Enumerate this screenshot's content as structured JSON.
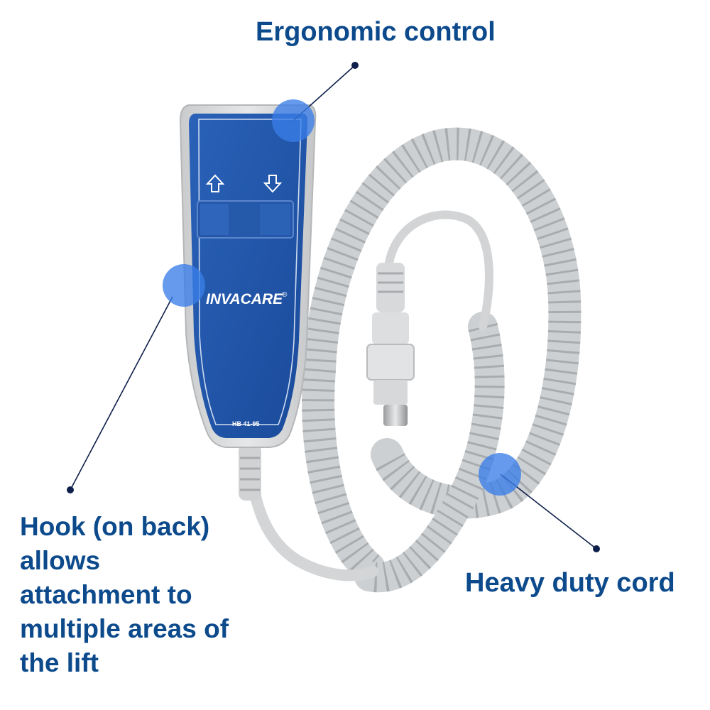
{
  "callouts": {
    "top": "Ergonomic control",
    "left": "Hook (on back) allows attachment to multiple areas of the lift",
    "right": "Heavy duty cord"
  },
  "device": {
    "brand": "INVACARE",
    "brand_mark": "®",
    "model": "HB 41-95",
    "buttons": [
      "up-arrow",
      "down-arrow"
    ]
  },
  "colors": {
    "label_text": "#0c4a8c",
    "panel_blue": "#1f54a8",
    "housing_gray": "#d9dbdd",
    "cord_gray": "#cdd0d2",
    "hotspot": "#3a7de8",
    "leader_line": "#0d1f4a"
  }
}
